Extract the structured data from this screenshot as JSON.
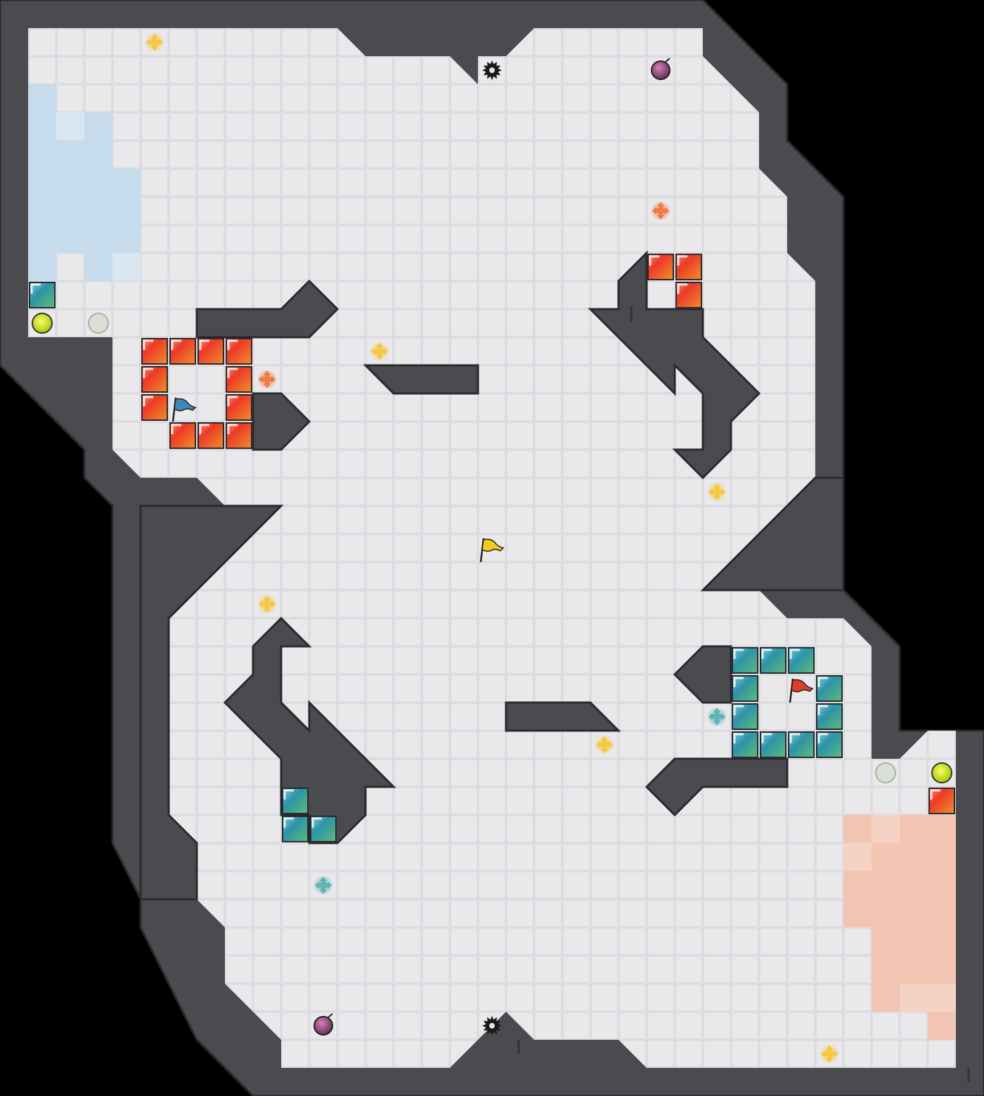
{
  "map": {
    "theme": {
      "floor": "#e4e4e8",
      "floor_light": "#f2f2f4",
      "wall": "#4a4a4f",
      "wall_edge": "#2a2a2e",
      "outside": "#000000",
      "blue_zone": "#c6dced",
      "red_zone": "#f2c4b2",
      "red_tile": "#e83222",
      "blue_tile": "#2f9aa7",
      "boost_yellow": "#f5c842",
      "boost_red": "#f07a48",
      "boost_blue": "#62b3b3",
      "flag_blue": "#3d88b5",
      "flag_yellow": "#f0cc1c",
      "flag_red": "#e23b2c"
    },
    "flags": [
      {
        "team": "blue",
        "icon": "flag-icon"
      },
      {
        "team": "neutral",
        "icon": "flag-icon"
      },
      {
        "team": "red",
        "icon": "flag-icon"
      }
    ],
    "powerups": [
      {
        "type": "bomb",
        "icon": "bomb-icon",
        "count": 2
      },
      {
        "type": "spike",
        "icon": "spike-icon",
        "count": 2
      },
      {
        "type": "yellow-boost",
        "icon": "boost-icon",
        "count": 6
      },
      {
        "type": "red-boost",
        "icon": "boost-icon",
        "count": 2
      },
      {
        "type": "blue-boost",
        "icon": "boost-icon",
        "count": 2
      },
      {
        "type": "button",
        "icon": "button-icon",
        "count": 2
      },
      {
        "type": "portal",
        "icon": "portal-icon",
        "count": 2
      }
    ]
  }
}
